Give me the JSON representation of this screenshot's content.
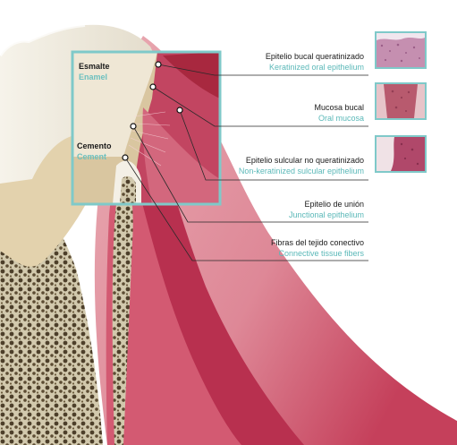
{
  "inset_labels": {
    "enamel": {
      "es": "Esmalte",
      "en": "Enamel"
    },
    "cement": {
      "es": "Cemento",
      "en": "Cement"
    }
  },
  "labels": [
    {
      "es": "Epitelio bucal queratinizado",
      "en": "Keratinized oral epithelium"
    },
    {
      "es": "Mucosa bucal",
      "en": "Oral mucosa"
    },
    {
      "es": "Epitelio sulcular no queratinizado",
      "en": "Non-keratinized sulcular epithelium"
    },
    {
      "es": "Epitelio de unión",
      "en": "Junctional epithelium"
    },
    {
      "es": "Fibras del tejido conectivo",
      "en": "Connective tissue fibers"
    }
  ],
  "colors": {
    "accent": "#7fc9c9",
    "english_text": "#5ab8b8",
    "gingiva": "#c94a63",
    "gingiva_light": "#e8a3ae",
    "enamel": "#eeece6",
    "dentin": "#e5d6b4",
    "bone": "#cfc6ac"
  }
}
